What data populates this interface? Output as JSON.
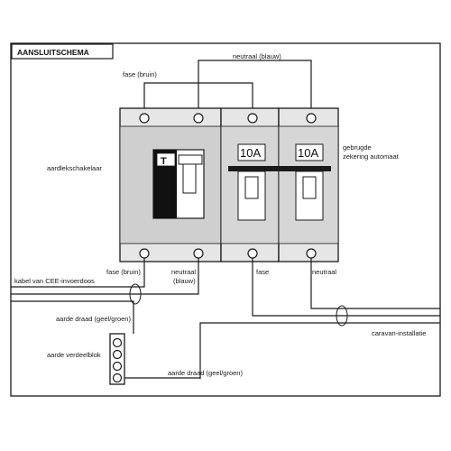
{
  "title": "AANSLUITSCHEMA",
  "labels": {
    "neutral_top": "neutraal (blauw)",
    "phase_top": "fase (bruin)",
    "rcd": "aardlekschakelaar",
    "breaker_line1": "gebrugde",
    "breaker_line2": "zekering automaat",
    "rating_1": "10A",
    "rating_2": "10A",
    "rcd_test_button": "T",
    "phase_bottom": "fase (bruin)",
    "neutral_bottom_line1": "neutraal",
    "neutral_bottom_line2": "(blauw)",
    "phase_out": "fase",
    "neutral_out": "neutraal",
    "cee_cable": "kabel van CEE-invoerdoos",
    "earth_wire_1": "aarde draad (geel/groen)",
    "caravan": "caravan-installatie",
    "earth_block": "aarde verdeelblok",
    "earth_wire_2": "aarde draad (geel/groen)"
  }
}
